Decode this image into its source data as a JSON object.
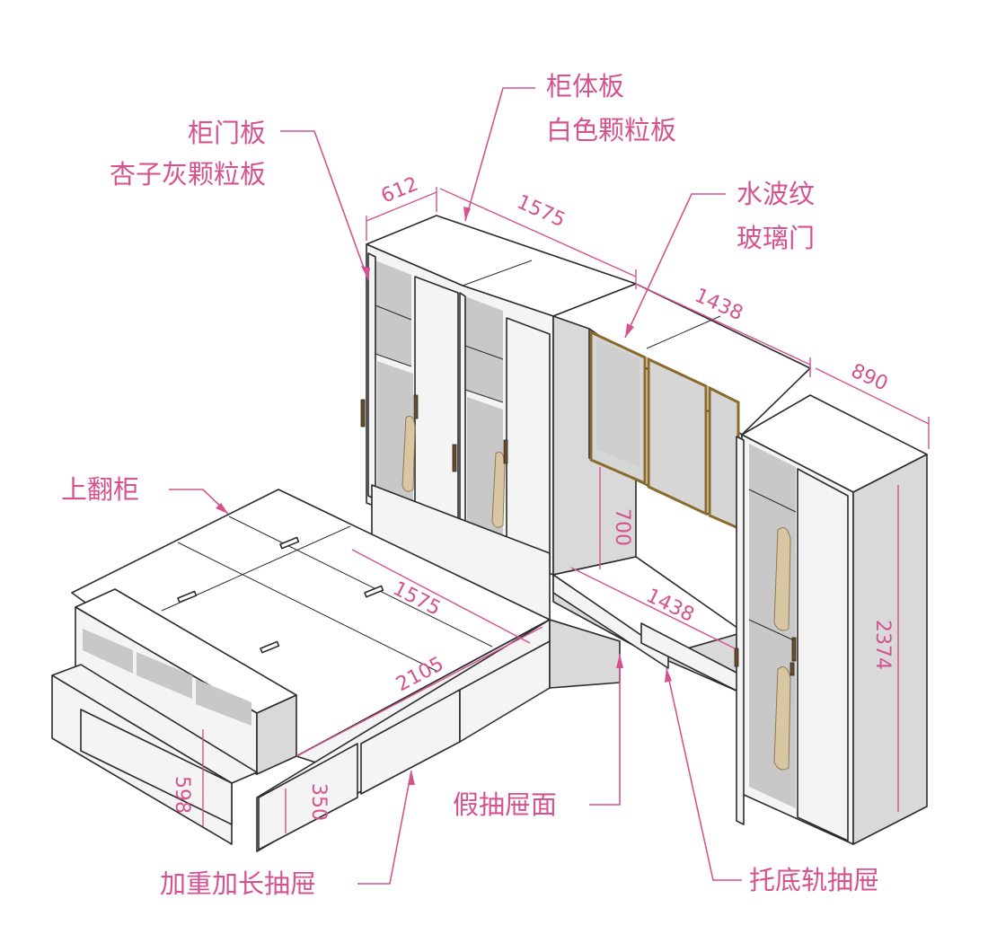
{
  "callouts": {
    "door_panel_line1": "柜门板",
    "door_panel_line2": "杏子灰颗粒板",
    "body_panel_line1": "柜体板",
    "body_panel_line2": "白色颗粒板",
    "glass_door_line1": "水波纹",
    "glass_door_line2": "玻璃门",
    "flip_cabinet": "上翻柜",
    "fake_drawer_front": "假抽屉面",
    "heavy_long_drawer": "加重加长抽屉",
    "bottom_rail_drawer": "托底轨抽屉"
  },
  "dimensions": {
    "wardrobe_depth": "612",
    "wardrobe_width": "1575",
    "bridge_width": "1438",
    "tall_cabinet_depth": "890",
    "bridge_gap_height": "700",
    "desk_width": "1438",
    "bed_width": "1575",
    "bed_length": "2105",
    "headboard_height": "598",
    "drawer_height": "350",
    "tall_cabinet_height": "2374"
  },
  "colors": {
    "annotation": "#d4538f",
    "outline": "#2b2b2b",
    "glass_frame": "#8a6b2c"
  }
}
